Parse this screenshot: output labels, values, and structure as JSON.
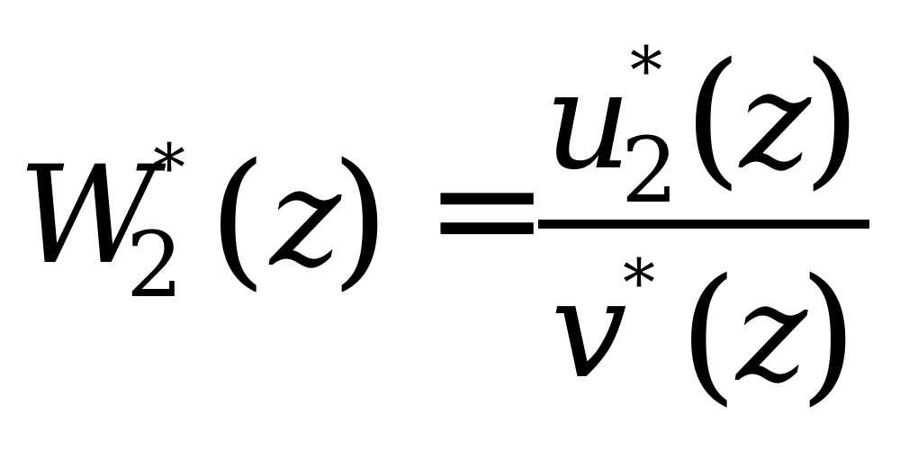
{
  "equation": {
    "lhs": {
      "symbol": "W",
      "subscript": "2",
      "superscript": "*",
      "open_paren": "(",
      "argument": "z",
      "close_paren": ")"
    },
    "equals": "=",
    "numerator": {
      "symbol": "u",
      "subscript": "2",
      "superscript": "*",
      "open_paren": "(",
      "argument": "z",
      "close_paren": ")"
    },
    "denominator": {
      "symbol": "v",
      "superscript": "*",
      "open_paren": "(",
      "argument": "z",
      "close_paren": ")"
    }
  }
}
